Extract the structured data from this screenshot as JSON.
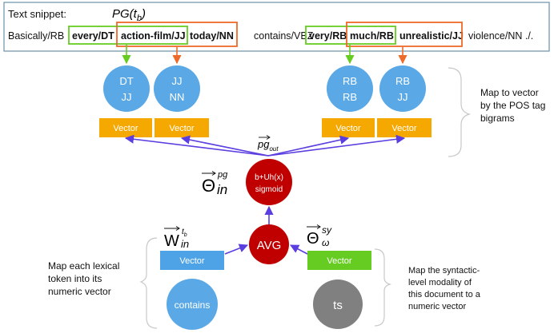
{
  "snippet": {
    "label": "Text snippet:",
    "pg_label": "PG(t",
    "pg_sub": "b",
    "pg_close": ")",
    "tokens": [
      {
        "text": "Basically/RB",
        "bold": false
      },
      {
        "text": "every/DT",
        "bold": true
      },
      {
        "text": "action-film/JJ",
        "bold": true
      },
      {
        "text": "today/NN",
        "bold": true
      },
      {
        "text": "contains/VBZ",
        "bold": false
      },
      {
        "text": "very/RB",
        "bold": true
      },
      {
        "text": "much/RB",
        "bold": true
      },
      {
        "text": "unrealistic/JJ",
        "bold": true
      },
      {
        "text": "violence/NN ./.",
        "bold": false
      }
    ]
  },
  "bigram_nodes": [
    {
      "line1": "DT",
      "line2": "JJ"
    },
    {
      "line1": "JJ",
      "line2": "NN"
    },
    {
      "line1": "RB",
      "line2": "RB"
    },
    {
      "line1": "RB",
      "line2": "JJ"
    }
  ],
  "vector_label": "Vector",
  "pg_out": {
    "base": "pg",
    "sub": "out"
  },
  "sigmoid": {
    "line1": "b+Uh(x)",
    "line2": "sigmoid"
  },
  "theta_in": {
    "base": "Θ",
    "sup": "pg",
    "sub": "in"
  },
  "avg_label": "AVG",
  "w_in": {
    "base": "W",
    "sup": "t",
    "supsub": "b",
    "sub": "in"
  },
  "theta_w": {
    "base": "Θ",
    "sup": "sy",
    "sub": "ω"
  },
  "contains_node": "contains",
  "ts_node": "ts",
  "notes": {
    "pos_map": [
      "Map to vector",
      "by the POS tag",
      "bigrams"
    ],
    "lexical_map": [
      "Map each lexical",
      "token into its",
      "numeric vector"
    ],
    "syntactic_map": [
      "Map the syntactic-",
      "level modality of",
      "this document to a",
      "numeric vector"
    ]
  },
  "colors": {
    "green": "#66cc22",
    "orange": "#ee6a2a",
    "blue_node": "#5aa9e6",
    "vector_orange": "#f5a800",
    "red_node": "#c00000",
    "arrow_purple": "#5b3de0"
  }
}
